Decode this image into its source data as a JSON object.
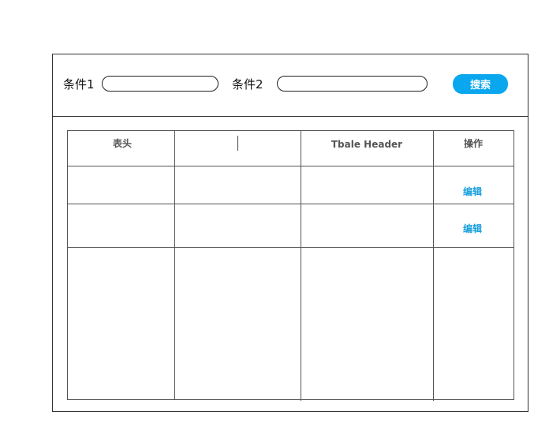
{
  "search": {
    "condition1_label": "条件1",
    "condition1_value": "",
    "condition2_label": "条件2",
    "condition2_value": "",
    "button_label": "搜索"
  },
  "table": {
    "headers": [
      "表头",
      "",
      "Tbale Header",
      "操作"
    ],
    "rows": [
      {
        "cells": [
          "",
          "",
          ""
        ],
        "action": "编辑"
      },
      {
        "cells": [
          "",
          "",
          ""
        ],
        "action": "编辑"
      },
      {
        "cells": [
          "",
          "",
          ""
        ],
        "action": ""
      }
    ]
  },
  "colors": {
    "accent": "#0aa6ee",
    "link": "#1aa0dd",
    "border": "#555555"
  }
}
